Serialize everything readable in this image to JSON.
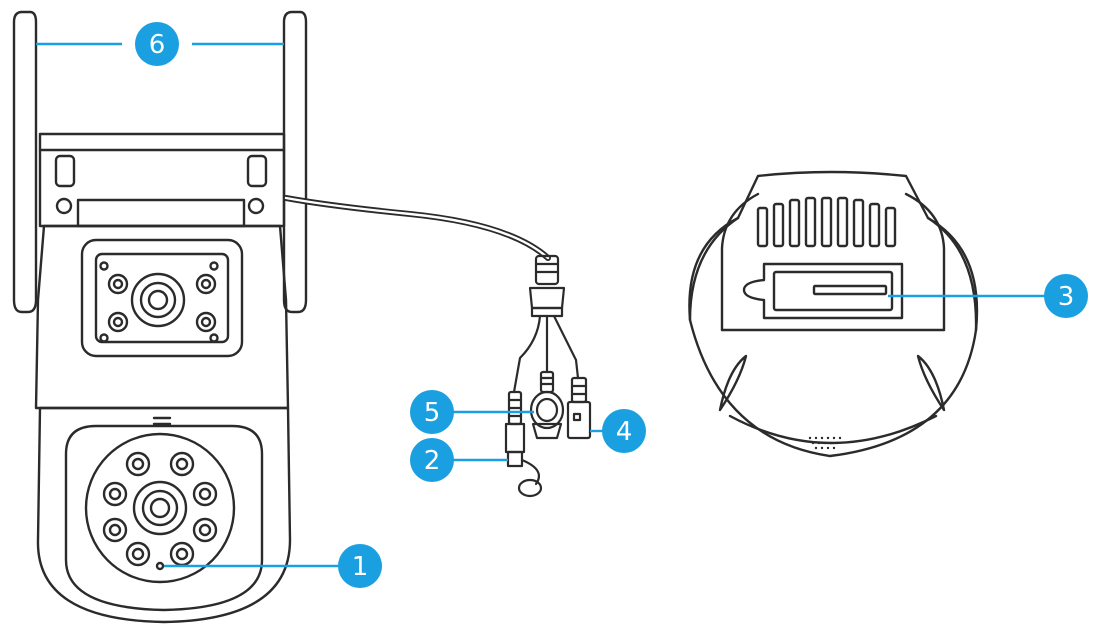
{
  "diagram": {
    "accent_color": "#1a9fe0",
    "line_color": "#2b2b2b",
    "callouts": [
      {
        "id": "1",
        "label": "1"
      },
      {
        "id": "2",
        "label": "2"
      },
      {
        "id": "3",
        "label": "3"
      },
      {
        "id": "4",
        "label": "4"
      },
      {
        "id": "5",
        "label": "5"
      },
      {
        "id": "6",
        "label": "6"
      }
    ],
    "components": [
      {
        "name": "camera-front-view"
      },
      {
        "name": "cable-connectors"
      },
      {
        "name": "camera-bottom-view"
      }
    ]
  }
}
